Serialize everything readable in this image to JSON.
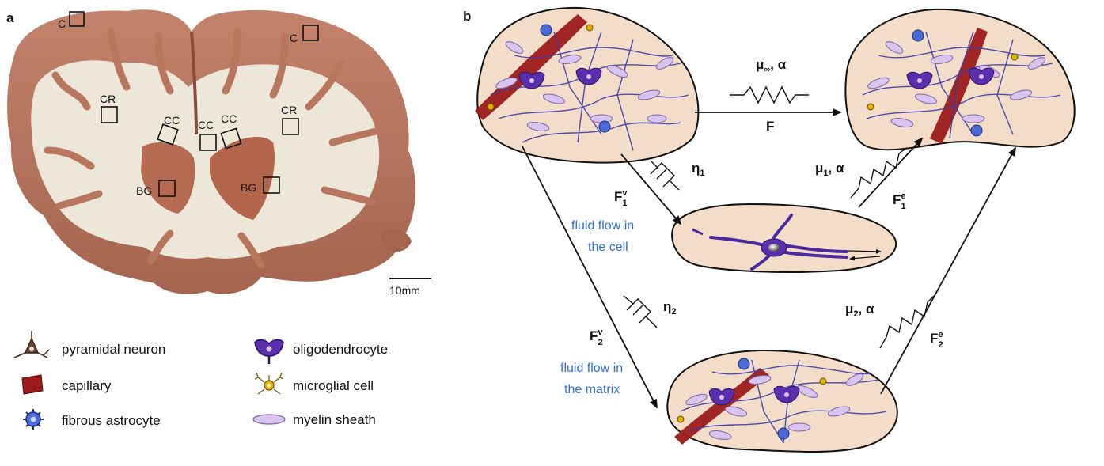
{
  "panels": {
    "a": "a",
    "b": "b"
  },
  "photo": {
    "roi": {
      "c_left": "C",
      "c_right": "C",
      "cr_left": "CR",
      "cr_right": "CR",
      "cc_1": "CC",
      "cc_2": "CC",
      "cc_3": "CC",
      "bg_left": "BG",
      "bg_right": "BG"
    },
    "scale_bar": "10mm"
  },
  "legend": {
    "items": [
      {
        "icon": "pyramidal-neuron-icon",
        "label": "pyramidal neuron"
      },
      {
        "icon": "capillary-icon",
        "label": "capillary"
      },
      {
        "icon": "fibrous-astrocyte-icon",
        "label": "fibrous astrocyte"
      },
      {
        "icon": "oligodendrocyte-icon",
        "label": "oligodendrocyte"
      },
      {
        "icon": "microglial-cell-icon",
        "label": "microglial cell"
      },
      {
        "icon": "myelin-sheath-icon",
        "label": "myelin sheath"
      }
    ]
  },
  "model": {
    "top_spring": {
      "mu": "μ",
      "mu_sub": "∞",
      "alpha": ", α"
    },
    "F_top": "F",
    "eta1": {
      "eta": "η",
      "sub": "1"
    },
    "eta2": {
      "eta": "η",
      "sub": "2"
    },
    "mu1": {
      "mu": "μ",
      "sub": "1",
      "alpha": ", α"
    },
    "mu2": {
      "mu": "μ",
      "sub": "2",
      "alpha": ", α"
    },
    "F1v": {
      "F": "F",
      "sup": "v",
      "sub": "1"
    },
    "F2v": {
      "F": "F",
      "sup": "v",
      "sub": "2"
    },
    "F1e": {
      "F": "F",
      "sup": "e",
      "sub": "1"
    },
    "F2e": {
      "F": "F",
      "sup": "e",
      "sub": "2"
    },
    "flow_cell": [
      "fluid flow in",
      "the cell"
    ],
    "flow_matrix": [
      "fluid flow in",
      "the matrix"
    ]
  },
  "colors": {
    "tissue": "#f3dcc8",
    "neuron_purple": "#5a2fae",
    "myelin": "#d9c4ef",
    "capillary": "#9c1a1a",
    "flow_text": "#2f6fe0",
    "brain_white": "#ece7d9",
    "brain_cortex": "#b97862"
  }
}
